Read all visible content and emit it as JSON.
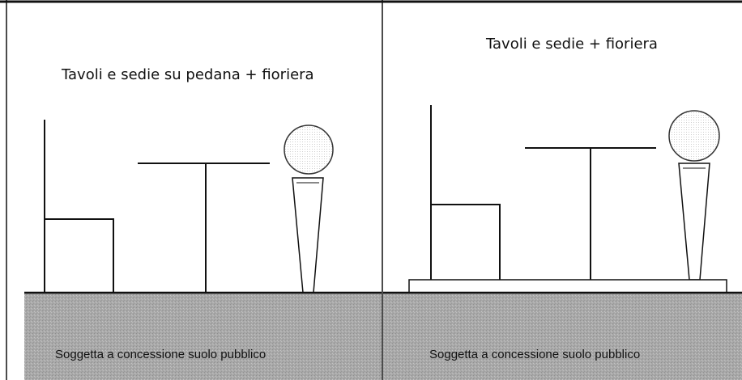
{
  "panels": [
    {
      "title": "Tavoli e sedie su pedana + fioriera",
      "ground_label": "Soggetta a concessione suolo pubblico",
      "items": [
        "chair",
        "table",
        "planter"
      ]
    },
    {
      "title": "Tavoli e sedie + fioriera",
      "ground_label": "Soggetta a concessione suolo pubblico",
      "items": [
        "chair",
        "table",
        "planter",
        "platform"
      ]
    }
  ],
  "colors": {
    "ground": "#a9a9a9",
    "line": "#111111",
    "background": "#ffffff"
  }
}
